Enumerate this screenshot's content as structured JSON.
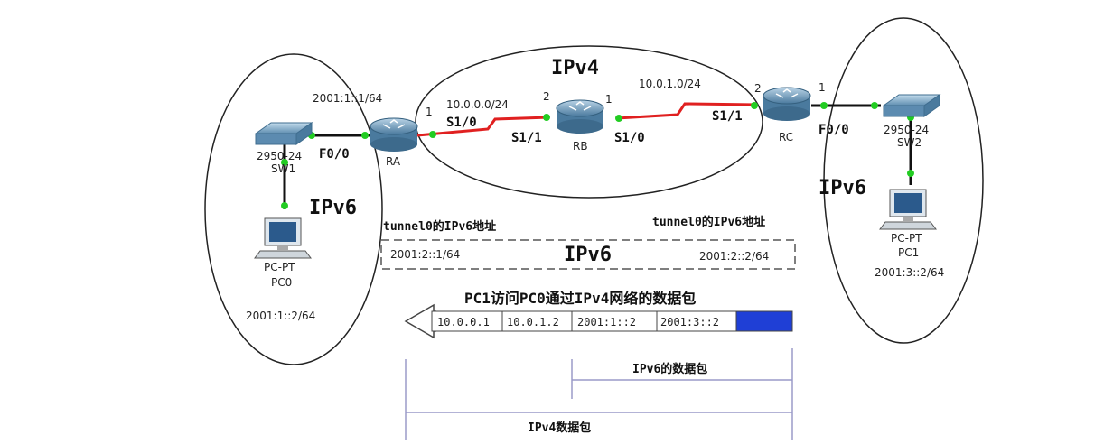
{
  "regions": {
    "left": "IPv6",
    "center": "IPv4",
    "right": "IPv6"
  },
  "devices": {
    "ra": "RA",
    "rb": "RB",
    "rc": "RC",
    "sw1_model": "2950-24",
    "sw1_name": "SW1",
    "sw2_model": "2950-24",
    "sw2_name": "SW2",
    "pc0_type": "PC-PT",
    "pc0_name": "PC0",
    "pc1_type": "PC-PT",
    "pc1_name": "PC1"
  },
  "addresses": {
    "ra_lan": "2001:1::1/64",
    "net_ra_rb": "10.0.0.0/24",
    "net_rb_rc": "10.0.1.0/24",
    "pc0": "2001:1::2/64",
    "pc1": "2001:3::2/64"
  },
  "ports": {
    "ra_f00": "F0/0",
    "ra_s10": "S1/0",
    "rb_s11": "S1/1",
    "rb_s10": "S1/0",
    "rc_s11": "S1/1",
    "rc_f00": "F0/0",
    "ra_host": "1",
    "rb_host_left": "2",
    "rb_host_right": "1",
    "rc_host_left": "2",
    "rc_host_right": "1"
  },
  "tunnel": {
    "left_title": "tunnel0的IPv6地址",
    "right_title": "tunnel0的IPv6地址",
    "label": "IPv6",
    "left_addr": "2001:2::1/64",
    "right_addr": "2001:2::2/64"
  },
  "packet": {
    "title": "PC1访问PC0通过IPv4网络的数据包",
    "fields": [
      "10.0.0.1",
      "10.0.1.2",
      "2001:1::2",
      "2001:3::2"
    ],
    "ipv6_packet": "IPv6的数据包",
    "ipv4_packet": "IPv4数据包"
  },
  "colors": {
    "serial_link": "#e02020",
    "ethernet_link": "#111111",
    "port_dot": "#22cc22",
    "payload": "#1f3fd6",
    "bracket": "#9a9ac8"
  }
}
